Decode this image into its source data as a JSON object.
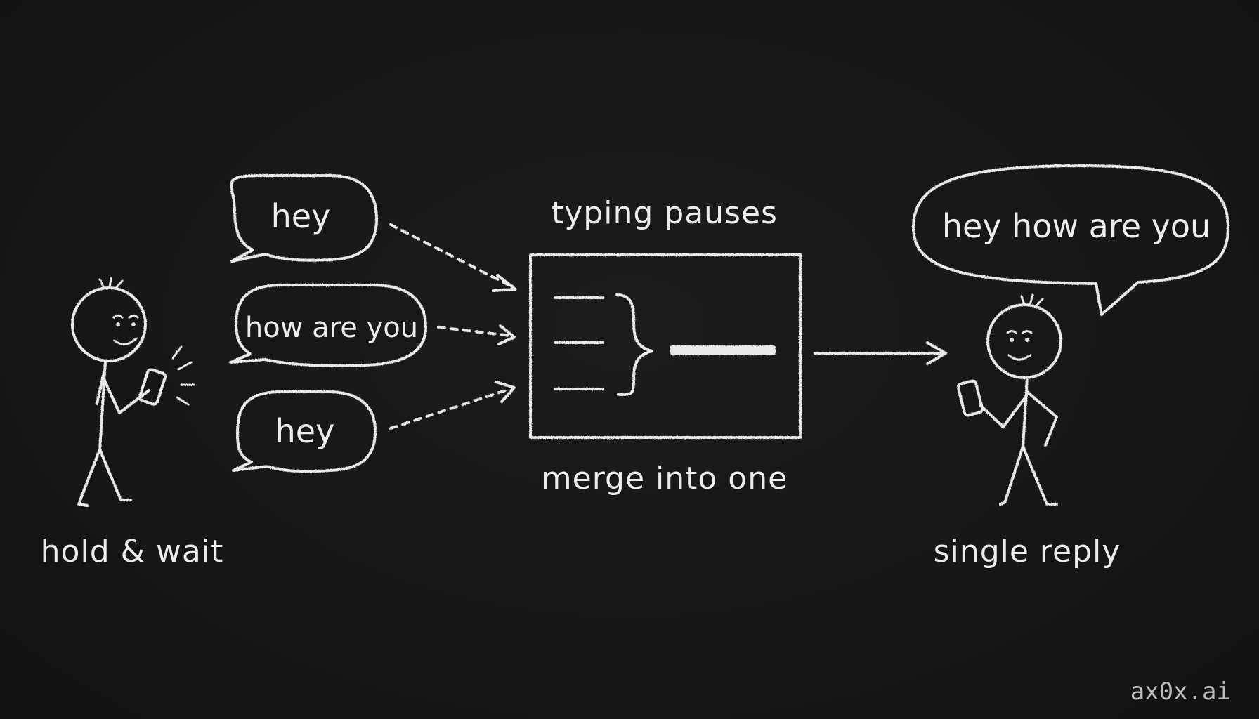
{
  "sender": {
    "caption": "hold & wait"
  },
  "messages": [
    {
      "text": "hey"
    },
    {
      "text": "how are you"
    },
    {
      "text": "hey"
    }
  ],
  "buffer": {
    "top_label": "typing pauses",
    "bottom_label": "merge into one"
  },
  "receiver": {
    "bubble_text": "hey how are you",
    "caption": "single reply"
  },
  "watermark": "ax0x.ai",
  "colors": {
    "background": "#171717",
    "chalk": "#e9e9e9"
  }
}
